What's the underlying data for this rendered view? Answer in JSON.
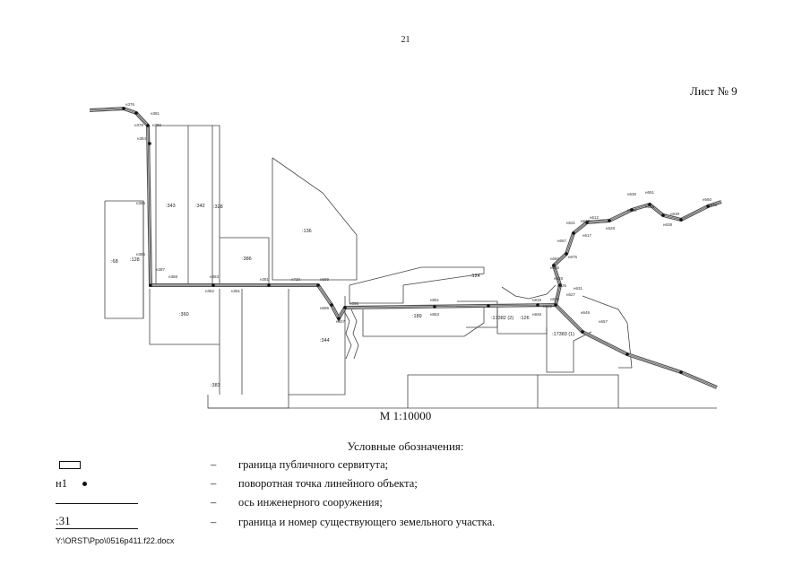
{
  "page_number": "21",
  "sheet_label": "Лист № 9",
  "scale": "М 1:10000",
  "legend": {
    "title": "Условные обозначения:",
    "items": [
      {
        "symbol": "",
        "dash": "–",
        "text": "граница публичного сервитута;"
      },
      {
        "symbol": "н1",
        "dash": "–",
        "text": "поворотная точка линейного объекта;"
      },
      {
        "symbol": "",
        "dash": "–",
        "text": "ось инженерного сооружения;"
      },
      {
        "symbol": ":31",
        "dash": "–",
        "text": "граница и номер существующего земельного участка."
      }
    ]
  },
  "footer_path": "Y:\\ORST\\Ppo\\0516p411.f22.docx",
  "parcel_labels": [
    ":68",
    ":128",
    ":343",
    ":342",
    ":328",
    ":136",
    ":386",
    ":124",
    ":360",
    ":344",
    ":189",
    ":126",
    ":17382 (2)",
    ":17383 (1)",
    ":383"
  ],
  "point_labels": [
    "н376",
    "н381",
    "н378",
    "н380",
    "н384",
    "н385",
    "н386",
    "н387",
    "н388",
    "н383",
    "н362",
    "н361",
    "н381",
    "н720",
    "н599",
    "н596",
    "н607",
    "н598",
    "н853",
    "н851",
    "н848",
    "н819",
    "н622",
    "н629",
    "н627",
    "н631",
    "н625",
    "н628",
    "н655",
    "н660",
    "н667",
    "н675",
    "н631",
    "н617",
    "н615",
    "н612",
    "н628",
    "н636",
    "н651",
    "н658",
    "н648",
    "н639",
    "н638",
    "н660",
    "н679",
    "н649",
    "н657"
  ],
  "colors": {
    "ink": "#111111",
    "line": "#555555",
    "parcel": "#444444"
  }
}
